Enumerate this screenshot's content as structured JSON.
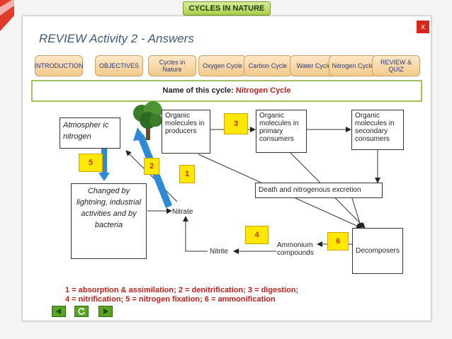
{
  "header": {
    "banner": "CYCLES IN NATURE"
  },
  "slide": {
    "title": "REVIEW Activity 2 - Answers",
    "close_label": "x"
  },
  "tabs": [
    {
      "label": "INTRODUCTION"
    },
    {
      "label": "OBJECTIVES"
    },
    {
      "label": "Cycles in Nature"
    },
    {
      "label": "Oxygen Cycle"
    },
    {
      "label": "Carbon Cycle"
    },
    {
      "label": "Water Cycle"
    },
    {
      "label": "Nitrogen Cycle"
    },
    {
      "label": "REVIEW & QUIZ"
    }
  ],
  "cycle_name": {
    "label": "Name of this cycle:",
    "value": "Nitrogen Cycle"
  },
  "diagram": {
    "atmospheric": "Atmospher ic nitrogen",
    "changed_by": "Changed by lightning, industrial activities and by bacteria",
    "producers": "Organic molecules in producers",
    "primary": "Organic molecules in primary consumers",
    "secondary": "Organic molecules in secondary consumers",
    "death": "Death and nitrogenous excretion",
    "decomposers": "Decomposers",
    "ammonium": "Ammonium compounds",
    "nitrite": "Nitrite",
    "nitrate": "Nitrate",
    "numbers": [
      "1",
      "2",
      "3",
      "4",
      "5",
      "6"
    ]
  },
  "legend": {
    "line1": "1 = absorption & assimilation;   2 = denitrification; 3 = digestion;",
    "line2": "4 = nitrification;  5 = nitrogen fixation; 6 = ammonification"
  },
  "colors": {
    "accent_red": "#b8241c",
    "tab_fill": "#f2c98c",
    "arrow_blue": "#2f8ad6",
    "number_box": "#ffe800"
  }
}
